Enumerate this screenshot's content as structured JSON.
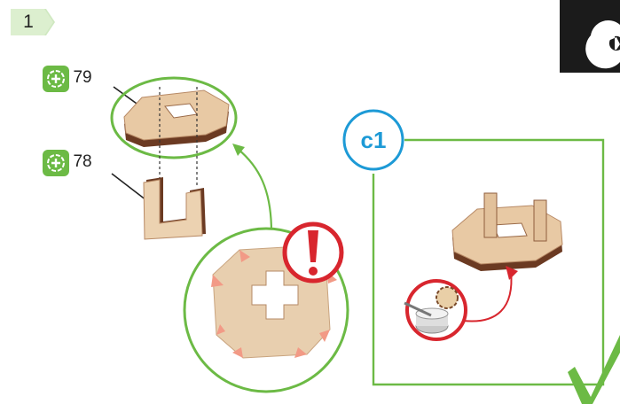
{
  "step": {
    "number": "1"
  },
  "parts": [
    {
      "id": "79",
      "icon": "add-part-icon"
    },
    {
      "id": "78",
      "icon": "add-part-icon"
    }
  ],
  "callout": {
    "label": "c1"
  },
  "colors": {
    "green": "#6cba45",
    "green_light": "#9ed08a",
    "blue": "#1d9ad6",
    "red": "#d8262e",
    "wood": "#e8c9a4",
    "wood_dark": "#6b3a22",
    "corner_highlight": "#f29a86"
  },
  "icons": [
    "add-part-icon",
    "warning-exclamation-icon",
    "checkmark-icon",
    "gear-icon",
    "glue-bottle-icon"
  ]
}
